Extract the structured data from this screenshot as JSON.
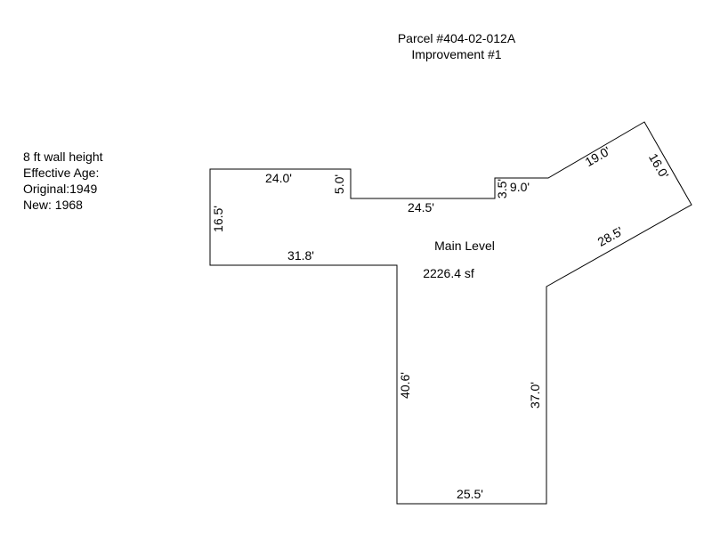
{
  "header": {
    "parcel": "Parcel #404-02-012A",
    "improvement": "Improvement #1"
  },
  "notes": {
    "wall_height": "8 ft wall height",
    "effective_age": "Effective Age:",
    "original": "Original:1949",
    "new": "New: 1968"
  },
  "area": {
    "name": "Main Level",
    "size": "2226.4 sf"
  },
  "dimensions": {
    "top_left": "24.0'",
    "notch_left": "5.0'",
    "notch_bottom": "24.5'",
    "left": "16.5'",
    "inner_horizontal": "31.8'",
    "inner_vertical": "40.6'",
    "bottom": "25.5'",
    "right_vertical": "37.0'",
    "diagonal_lower": "28.5'",
    "diagonal_end": "16.0'",
    "diagonal_upper": "19.0'",
    "step_right": "9.0'",
    "step_left": "3.5'"
  }
}
